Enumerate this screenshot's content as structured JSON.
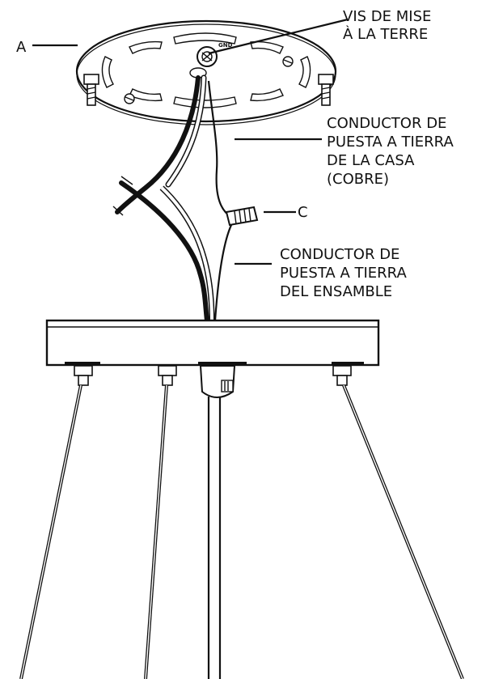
{
  "labels": {
    "a": "A",
    "c": "C",
    "vis_line1": "VIS DE MISE",
    "vis_line2": "À LA TERRE",
    "house_line1": "CONDUCTOR DE",
    "house_line2": "PUESTA A TIERRA",
    "house_line3": "DE LA CASA",
    "house_line4": "(COBRE)",
    "assembly_line1": "CONDUCTOR DE",
    "assembly_line2": "PUESTA A TIERRA",
    "assembly_line3": "DEL ENSAMBLE",
    "gnd_mark": "GND"
  },
  "colors": {
    "line": "#111111",
    "background": "#ffffff"
  }
}
